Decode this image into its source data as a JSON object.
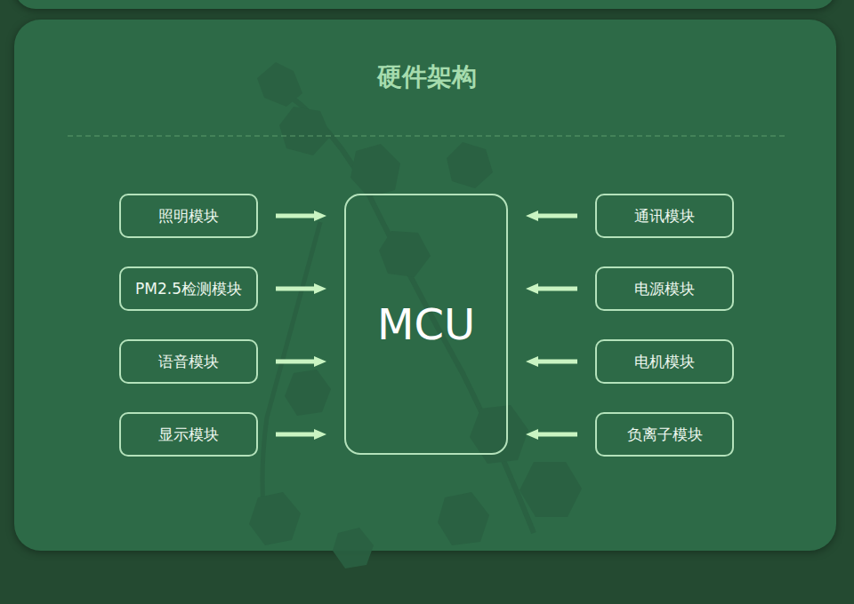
{
  "diagram": {
    "title": "硬件架构",
    "nodes": [
      {
        "text": [
          "照明模块"
        ]
      },
      {
        "text": [
          "PM2.5检测模块"
        ]
      },
      {
        "text": [
          "语音模块"
        ]
      },
      {
        "text": [
          "显示模块"
        ]
      },
      {
        "text": [
          "MCU"
        ]
      },
      {
        "text": [
          "通讯模块"
        ]
      },
      {
        "text": [
          "电源模块"
        ]
      },
      {
        "text": [
          "电机模块"
        ]
      },
      {
        "text": [
          "负离子模块"
        ]
      }
    ],
    "edges": [
      {
        "from": 0,
        "to": 4,
        "arrow": "to"
      },
      {
        "from": 1,
        "to": 4,
        "arrow": "to"
      },
      {
        "from": 2,
        "to": 4,
        "arrow": "to"
      },
      {
        "from": 3,
        "to": 4,
        "arrow": "to"
      },
      {
        "from": 5,
        "to": 4,
        "arrow": "to"
      },
      {
        "from": 6,
        "to": 4,
        "arrow": "to"
      },
      {
        "from": 7,
        "to": 4,
        "arrow": "to"
      },
      {
        "from": 8,
        "to": 4,
        "arrow": "to"
      }
    ]
  }
}
